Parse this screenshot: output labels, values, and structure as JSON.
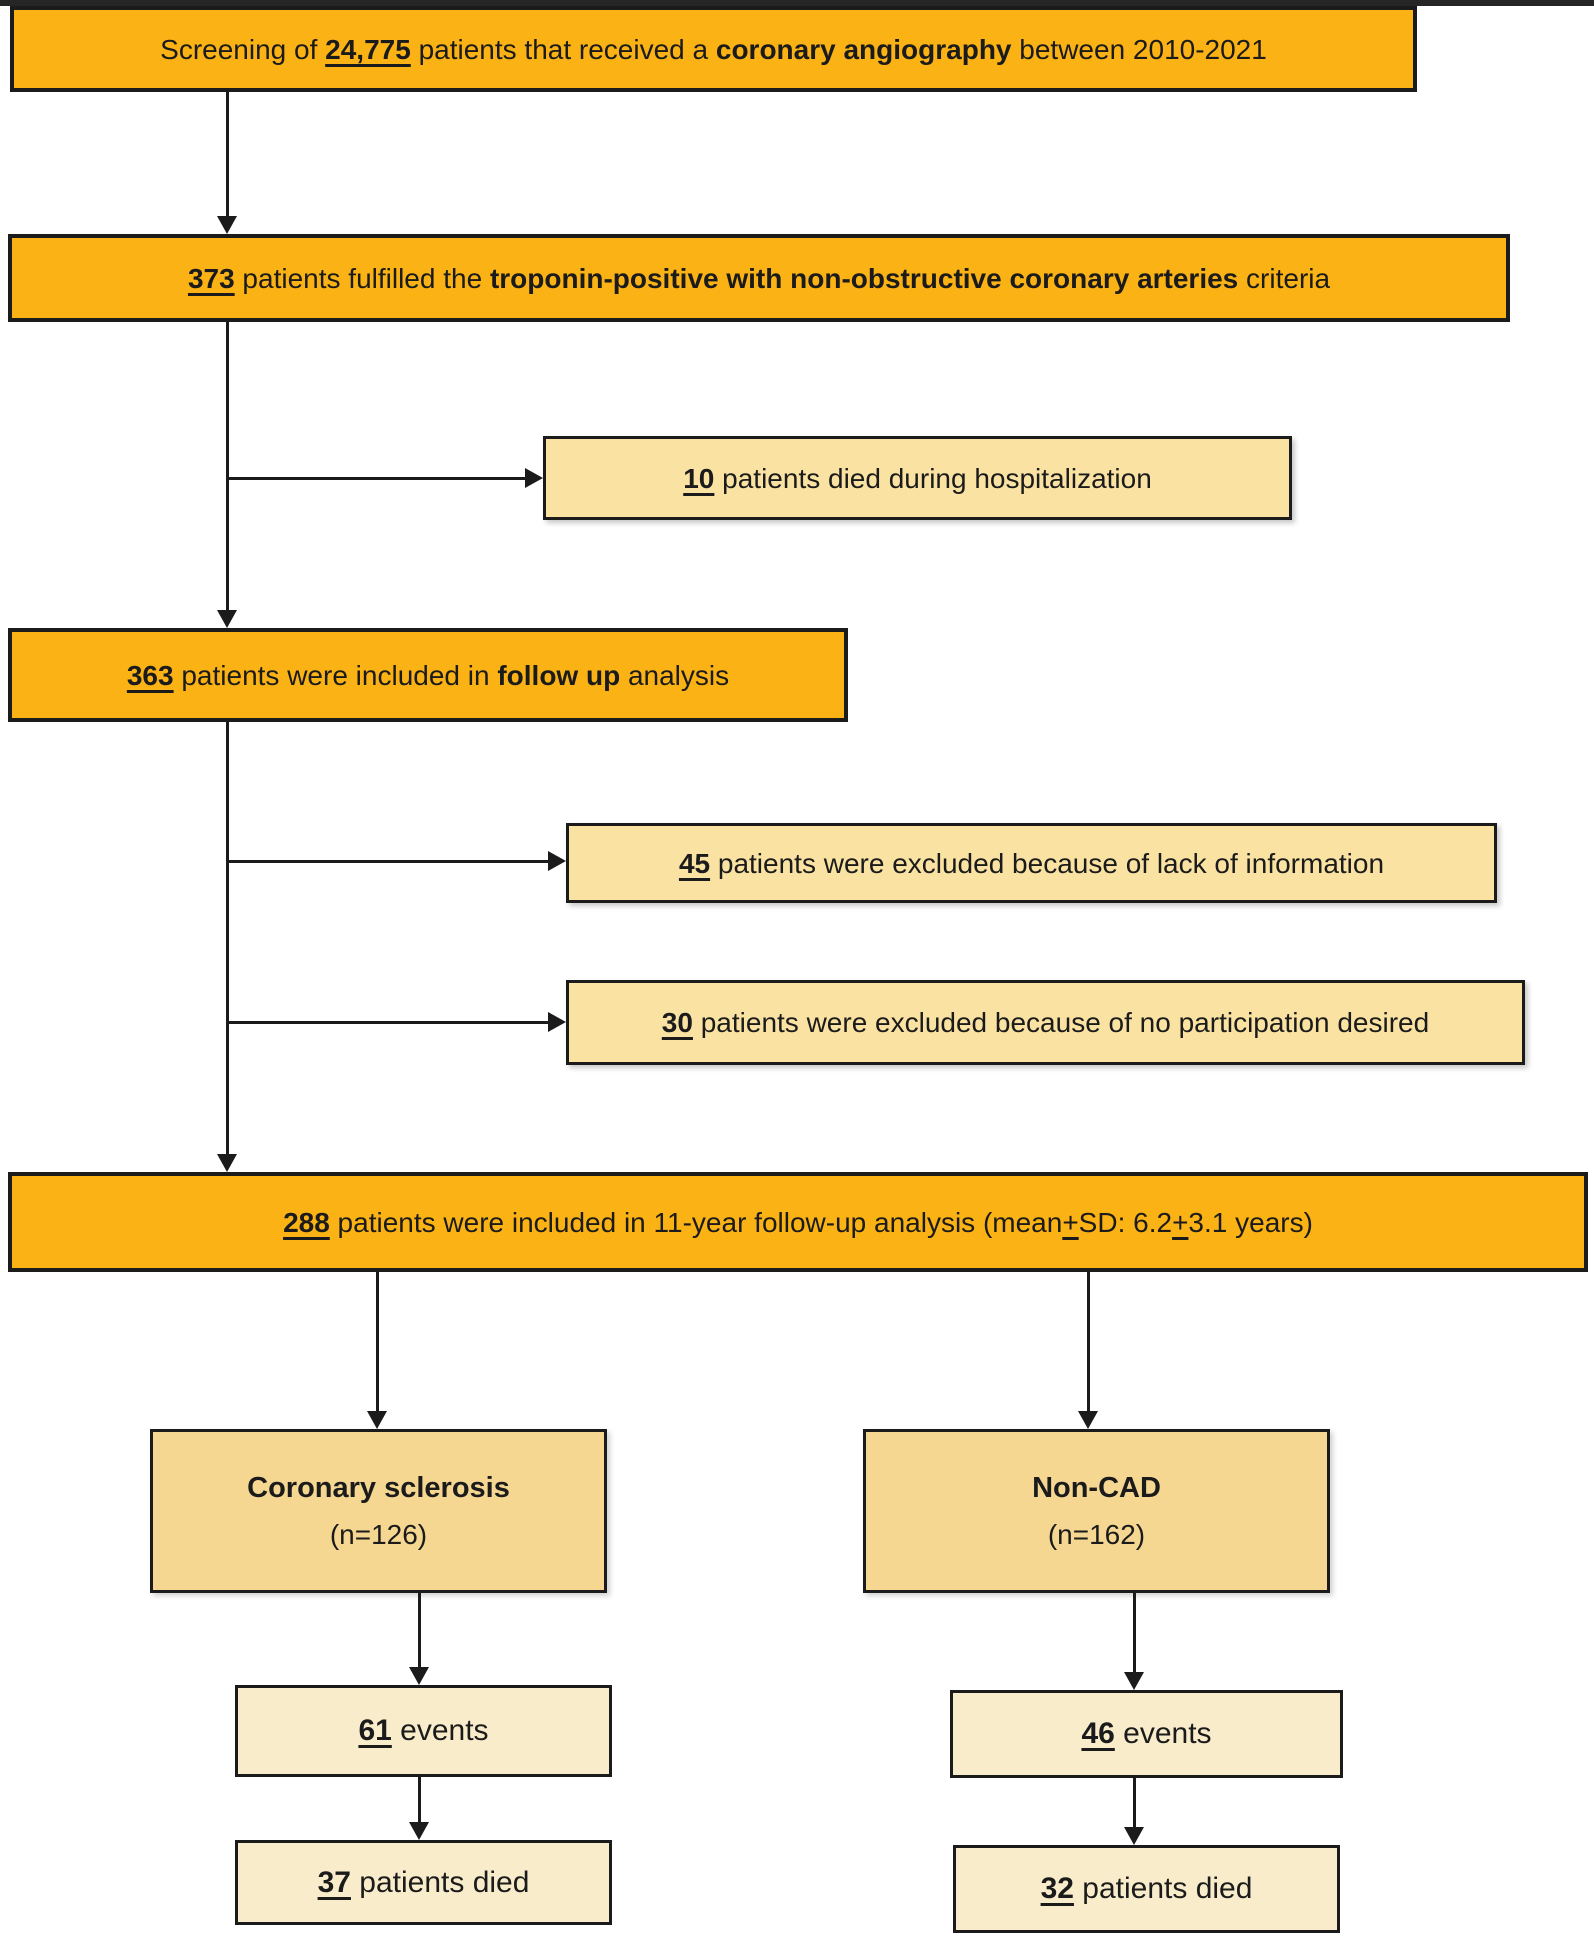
{
  "figure": {
    "type": "patient-flow-diagram",
    "colors": {
      "orange_box": "#FBB215",
      "light_yellow_box": "#FAE3A2",
      "gold_box": "#F6D791",
      "cream_box": "#F8ECCB",
      "border": "#1b1b1b",
      "background": "#ffffff"
    }
  },
  "boxes": {
    "screening": [
      {
        "t": "Screening of "
      },
      {
        "t": "24,775",
        "b": true,
        "u": true
      },
      {
        "t": " patients that received a "
      },
      {
        "t": "coronary angiography",
        "b": true
      },
      {
        "t": " between 2010-2021"
      }
    ],
    "criteria": [
      {
        "t": "373",
        "b": true,
        "u": true
      },
      {
        "t": " patients fulfilled the "
      },
      {
        "t": "troponin-positive with non-obstructive coronary arteries",
        "b": true
      },
      {
        "t": " criteria"
      }
    ],
    "died_hospitalization": [
      {
        "t": "10",
        "b": true,
        "u": true
      },
      {
        "t": " patients died during hospitalization"
      }
    ],
    "follow_up": [
      {
        "t": "363",
        "b": true,
        "u": true
      },
      {
        "t": " patients were included in "
      },
      {
        "t": "follow up",
        "b": true
      },
      {
        "t": " analysis"
      }
    ],
    "excluded_information": [
      {
        "t": "45",
        "b": true,
        "u": true
      },
      {
        "t": " patients were excluded because of lack of information"
      }
    ],
    "excluded_participation": [
      {
        "t": "30",
        "b": true,
        "u": true
      },
      {
        "t": " patients were excluded because of no participation desired"
      }
    ],
    "eleven_year": [
      {
        "t": "288",
        "b": true,
        "u": true
      },
      {
        "t": " patients were included in 11-year follow-up analysis (mean"
      },
      {
        "t": "+",
        "u": true
      },
      {
        "t": "SD: 6.2"
      },
      {
        "t": "+",
        "u": true
      },
      {
        "t": "3.1 years)"
      }
    ],
    "coronary_sclerosis": {
      "title": "Coronary sclerosis",
      "n": "(n=126)"
    },
    "non_cad": {
      "title": "Non-CAD",
      "n": "(n=162)"
    },
    "events_left": [
      {
        "t": "61",
        "b": true,
        "u": true
      },
      {
        "t": " events"
      }
    ],
    "died_left": [
      {
        "t": "37",
        "b": true,
        "u": true
      },
      {
        "t": " patients died"
      }
    ],
    "events_right": [
      {
        "t": "46",
        "b": true,
        "u": true
      },
      {
        "t": " events"
      }
    ],
    "died_right": [
      {
        "t": "32",
        "b": true,
        "u": true
      },
      {
        "t": " patients died"
      }
    ]
  }
}
